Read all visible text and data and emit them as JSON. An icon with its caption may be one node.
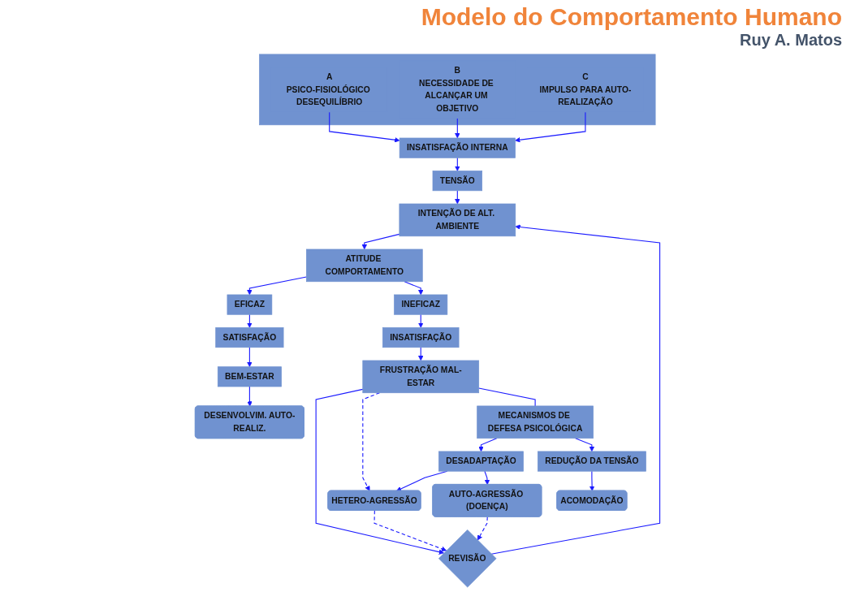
{
  "diagram": {
    "title": "Modelo do Comportamento Humano",
    "nodes": [
      {
        "text": [],
        "shape": "box"
      },
      {
        "text": [
          "A",
          "PSICO-FISIOLÓGICO DESEQUILÍBRIO"
        ],
        "in": 0
      },
      {
        "text": [
          "B",
          "NECESSIDADE DE ALCANÇAR UM OBJETIVO"
        ],
        "in": 0
      },
      {
        "text": [
          "C",
          "IMPULSO PARA AUTO-REALIZAÇÃO"
        ],
        "in": 0
      },
      {
        "text": [
          "INSATISFAÇÃO INTERNA"
        ]
      },
      {
        "text": [
          "TENSÃO"
        ]
      },
      {
        "text": [
          "INTENÇÃO DE ALT. AMBIENTE"
        ]
      },
      {
        "text": [
          "ATITUDE COMPORTAMENTO"
        ]
      },
      {
        "text": [
          "EFICAZ"
        ]
      },
      {
        "text": [
          "INEFICAZ"
        ]
      },
      {
        "text": [
          "SATISFAÇÃO"
        ]
      },
      {
        "text": [
          "BEM-ESTAR"
        ]
      },
      {
        "text": [
          "DESENVOLVIM. AUTO-REALIZ."
        ]
      },
      {
        "text": [
          "INSATISFAÇÃO"
        ]
      },
      {
        "text": [
          "FRUSTRAÇÃO MAL-ESTAR"
        ]
      },
      {
        "text": [
          "REVISÃO"
        ]
      },
      {
        "text": [
          "HETERO-AGRESSÃO"
        ]
      },
      {
        "text": [
          "AUTO-AGRESSÃO (DOENÇA)"
        ]
      },
      {
        "text": [
          "DESADAPTAÇÃO"
        ]
      },
      {
        "text": [
          "MECANISMOS DE DEFESA PSICOLÓGICA"
        ]
      },
      {
        "text": [
          "REDUÇÃO DA TENSÃO"
        ]
      },
      {
        "text": [
          "ACOMODAÇÃO"
        ]
      }
    ],
    "edges": [
      {
        "from": 1,
        "to": 4,
        "arrow": "to"
      },
      {
        "from": 2,
        "to": 4,
        "arrow": "to"
      },
      {
        "from": 3,
        "to": 4,
        "arrow": "to"
      },
      {
        "from": 4,
        "to": 5,
        "arrow": "to"
      },
      {
        "from": 5,
        "to": 6,
        "arrow": "to"
      },
      {
        "from": 6,
        "to": 7,
        "arrow": "to"
      },
      {
        "from": 7,
        "to": 8,
        "arrow": "to"
      },
      {
        "from": 7,
        "to": 9,
        "arrow": "to"
      },
      {
        "from": 8,
        "to": 10,
        "arrow": "to"
      },
      {
        "from": 10,
        "to": 11,
        "arrow": "to"
      },
      {
        "from": 11,
        "to": 12,
        "arrow": "to"
      },
      {
        "from": 9,
        "to": 13,
        "arrow": "to"
      },
      {
        "from": 13,
        "to": 14,
        "arrow": "to"
      },
      {
        "from": 14,
        "to": 15,
        "arrow": "to"
      },
      {
        "from": 15,
        "to": 6,
        "arrow": "to"
      },
      {
        "from": 14,
        "to": 16,
        "arrow": "to",
        "style": "dashed"
      },
      {
        "from": 14,
        "to": 19,
        "arrow": "none"
      },
      {
        "from": 19,
        "to": 18,
        "arrow": "to"
      },
      {
        "from": 18,
        "to": 16,
        "arrow": "to"
      },
      {
        "from": 18,
        "to": 17,
        "arrow": "to"
      },
      {
        "from": 19,
        "to": 20,
        "arrow": "to"
      },
      {
        "from": 20,
        "to": 21,
        "arrow": "to"
      },
      {
        "from": 16,
        "to": 15,
        "arrow": "to",
        "style": "dashed"
      },
      {
        "from": 17,
        "to": 15,
        "arrow": "to",
        "style": "dashed"
      }
    ],
    "labels": [
      "Ruy A. Matos"
    ]
  }
}
